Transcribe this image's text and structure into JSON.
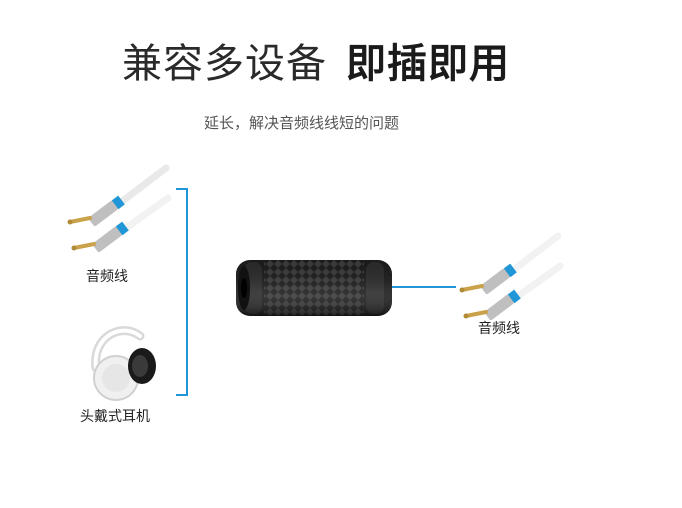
{
  "header": {
    "title_light": "兼容多设备",
    "title_bold": "即插即用",
    "subtitle": "延长，解决音频线线短的问题"
  },
  "left": {
    "cable_label": "音频线",
    "headphone_label": "头戴式耳机"
  },
  "right": {
    "cable_label": "音频线"
  },
  "colors": {
    "accent": "#2196d6",
    "adapter": "#1c1c1c",
    "cable": "#f2f2f2",
    "gold": "#c9a24a"
  },
  "icons": {
    "left_cables": "audio-cable-pair-icon",
    "headphones": "headphones-icon",
    "adapter": "audio-adapter-icon",
    "right_cables": "audio-cable-pair-icon"
  }
}
